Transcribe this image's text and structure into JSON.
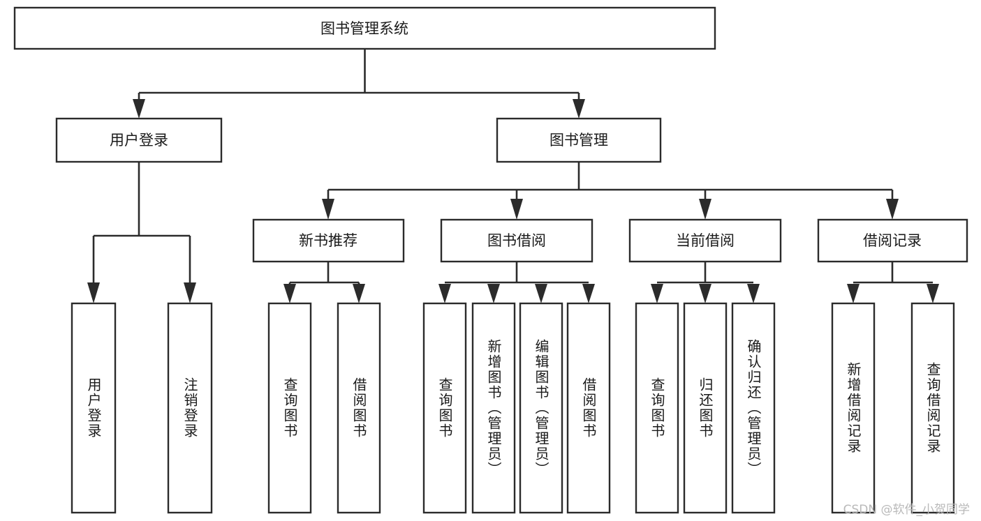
{
  "diagram": {
    "type": "tree-hierarchy",
    "title": "图书管理系统",
    "watermark": "CSDN @软件_小贺同学",
    "colors": {
      "stroke": "#2b2b2b",
      "fill": "#ffffff",
      "text": "#1a1a1a",
      "watermark": "#b9b9b9",
      "background": "#ffffff"
    },
    "levels": {
      "level1_label": "图书管理系统",
      "level2": [
        {
          "id": "user-login",
          "label": "用户登录"
        },
        {
          "id": "book-management",
          "label": "图书管理"
        }
      ],
      "level3": [
        {
          "id": "new-book-recommend",
          "label": "新书推荐",
          "parent": "book-management"
        },
        {
          "id": "book-borrow",
          "label": "图书借阅",
          "parent": "book-management"
        },
        {
          "id": "current-borrow",
          "label": "当前借阅",
          "parent": "book-management"
        },
        {
          "id": "borrow-record",
          "label": "借阅记录",
          "parent": "book-management"
        }
      ],
      "leaves": [
        {
          "id": "leaf-user-login",
          "label": "用户登录",
          "parent": "user-login"
        },
        {
          "id": "leaf-user-logout",
          "label": "注销登录",
          "parent": "user-login"
        },
        {
          "id": "leaf-query-book-1",
          "label": "查询图书",
          "parent": "new-book-recommend"
        },
        {
          "id": "leaf-borrow-book-1",
          "label": "借阅图书",
          "parent": "new-book-recommend"
        },
        {
          "id": "leaf-query-book-2",
          "label": "查询图书",
          "parent": "book-borrow"
        },
        {
          "id": "leaf-add-book",
          "label": "新增图书（管理员）",
          "parent": "book-borrow"
        },
        {
          "id": "leaf-edit-book",
          "label": "编辑图书（管理员）",
          "parent": "book-borrow"
        },
        {
          "id": "leaf-borrow-book-2",
          "label": "借阅图书",
          "parent": "book-borrow"
        },
        {
          "id": "leaf-query-book-3",
          "label": "查询图书",
          "parent": "current-borrow"
        },
        {
          "id": "leaf-return-book",
          "label": "归还图书",
          "parent": "current-borrow"
        },
        {
          "id": "leaf-confirm-return",
          "label": "确认归还（管理员）",
          "parent": "current-borrow"
        },
        {
          "id": "leaf-add-record",
          "label": "新增借阅记录",
          "parent": "borrow-record"
        },
        {
          "id": "leaf-query-record",
          "label": "查询借阅记录",
          "parent": "borrow-record"
        }
      ]
    }
  }
}
